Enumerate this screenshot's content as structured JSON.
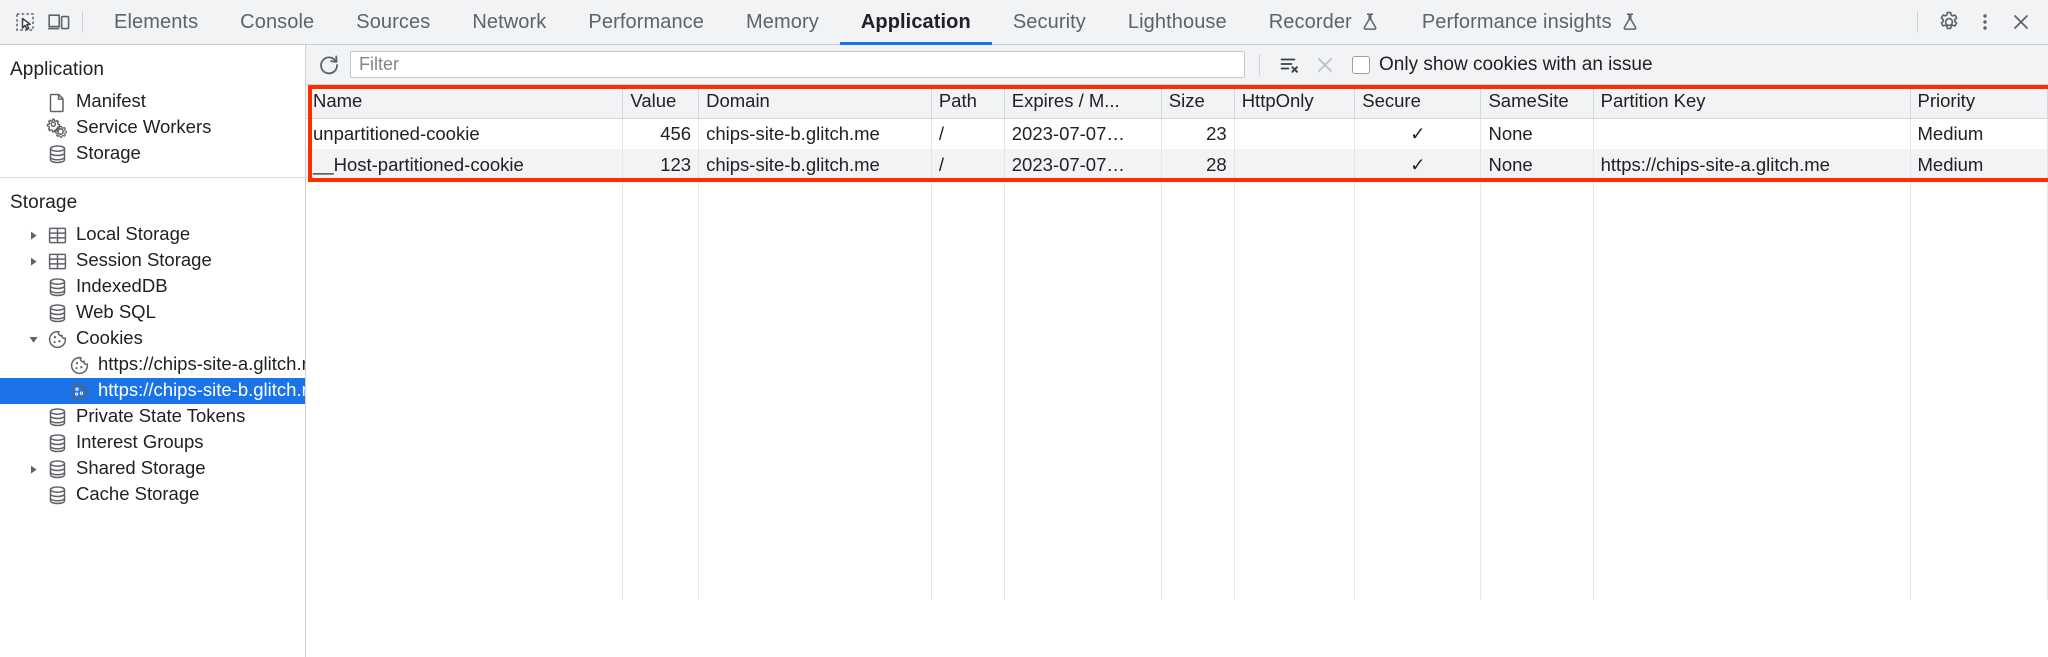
{
  "toolbar": {
    "inspect_icon": "inspect-element-icon",
    "device_icon": "device-toolbar-icon",
    "tabs": [
      {
        "label": "Elements",
        "selected": false,
        "experimental": false
      },
      {
        "label": "Console",
        "selected": false,
        "experimental": false
      },
      {
        "label": "Sources",
        "selected": false,
        "experimental": false
      },
      {
        "label": "Network",
        "selected": false,
        "experimental": false
      },
      {
        "label": "Performance",
        "selected": false,
        "experimental": false
      },
      {
        "label": "Memory",
        "selected": false,
        "experimental": false
      },
      {
        "label": "Application",
        "selected": true,
        "experimental": false
      },
      {
        "label": "Security",
        "selected": false,
        "experimental": false
      },
      {
        "label": "Lighthouse",
        "selected": false,
        "experimental": false
      },
      {
        "label": "Recorder",
        "selected": false,
        "experimental": true
      },
      {
        "label": "Performance insights",
        "selected": false,
        "experimental": true
      }
    ],
    "settings_icon": "gear-icon",
    "more_icon": "more-vertical-icon",
    "close_icon": "close-icon",
    "accent_color": "#1a73e8"
  },
  "sidebar": {
    "sections": [
      {
        "title": "Application",
        "items": [
          {
            "label": "Manifest",
            "icon": "manifest-document-icon",
            "indent": 1,
            "twisty": "none",
            "selected": false
          },
          {
            "label": "Service Workers",
            "icon": "service-workers-gears-icon",
            "indent": 1,
            "twisty": "none",
            "selected": false
          },
          {
            "label": "Storage",
            "icon": "database-icon",
            "indent": 1,
            "twisty": "none",
            "selected": false
          }
        ]
      },
      {
        "title": "Storage",
        "items": [
          {
            "label": "Local Storage",
            "icon": "table-icon",
            "indent": 1,
            "twisty": "collapsed",
            "selected": false
          },
          {
            "label": "Session Storage",
            "icon": "table-icon",
            "indent": 1,
            "twisty": "collapsed",
            "selected": false
          },
          {
            "label": "IndexedDB",
            "icon": "database-icon",
            "indent": 1,
            "twisty": "none",
            "selected": false
          },
          {
            "label": "Web SQL",
            "icon": "database-icon",
            "indent": 1,
            "twisty": "none",
            "selected": false
          },
          {
            "label": "Cookies",
            "icon": "cookie-icon",
            "indent": 1,
            "twisty": "expanded",
            "selected": false
          },
          {
            "label": "https://chips-site-a.glitch.me",
            "icon": "cookie-icon",
            "indent": 2,
            "twisty": "none",
            "selected": false
          },
          {
            "label": "https://chips-site-b.glitch.me",
            "icon": "cookie-icon",
            "indent": 2,
            "twisty": "none",
            "selected": true
          },
          {
            "label": "Private State Tokens",
            "icon": "database-icon",
            "indent": 1,
            "twisty": "none",
            "selected": false
          },
          {
            "label": "Interest Groups",
            "icon": "database-icon",
            "indent": 1,
            "twisty": "none",
            "selected": false
          },
          {
            "label": "Shared Storage",
            "icon": "database-icon",
            "indent": 1,
            "twisty": "collapsed",
            "selected": false
          },
          {
            "label": "Cache Storage",
            "icon": "database-icon",
            "indent": 1,
            "twisty": "none",
            "selected": false
          }
        ]
      }
    ],
    "selection_color": "#1a73e8"
  },
  "filterbar": {
    "refresh_icon": "refresh-icon",
    "filter_placeholder": "Filter",
    "filter_value": "",
    "clear_filter_icon": "clear-filter-icon",
    "clear_all_icon": "clear-all-x-icon",
    "issues_checkbox_label": "Only show cookies with an issue",
    "issues_checkbox_checked": false
  },
  "table": {
    "columns": [
      "Name",
      "Value",
      "Domain",
      "Path",
      "Expires / M...",
      "Size",
      "HttpOnly",
      "Secure",
      "SameSite",
      "Partition Key",
      "Priority"
    ],
    "rows": [
      {
        "name": "unpartitioned-cookie",
        "value": "456",
        "domain": "chips-site-b.glitch.me",
        "path": "/",
        "expires": "2023-07-07…",
        "size": "23",
        "httponly": "",
        "secure": "✓",
        "samesite": "None",
        "partition_key": "",
        "priority": "Medium"
      },
      {
        "name": "__Host-partitioned-cookie",
        "value": "123",
        "domain": "chips-site-b.glitch.me",
        "path": "/",
        "expires": "2023-07-07…",
        "size": "28",
        "httponly": "",
        "secure": "✓",
        "samesite": "None",
        "partition_key": "https://chips-site-a.glitch.me",
        "priority": "Medium"
      }
    ]
  },
  "annotation": {
    "name": "red-highlight-rectangle",
    "color": "#ff2d00"
  }
}
